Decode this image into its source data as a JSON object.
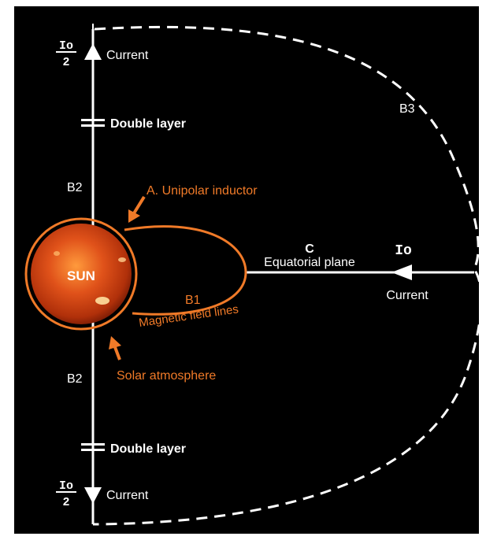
{
  "labels": {
    "io": "Io",
    "half": "2",
    "current": "Current",
    "double_layer": "Double layer",
    "b1": "B1",
    "b2": "B2",
    "b3": "B3",
    "c": "C",
    "equatorial_plane": "Equatorial plane",
    "sun": "SUN",
    "unipolar_inductor": "A. Unipolar inductor",
    "magnetic_field_lines": "Magnetic field lines",
    "solar_atmosphere": "Solar atmosphere"
  },
  "colors": {
    "background": "#000000",
    "line": "#ffffff",
    "accent": "#f07a28",
    "sun_core": "#c43a0a",
    "sun_glow": "#ffb060"
  }
}
